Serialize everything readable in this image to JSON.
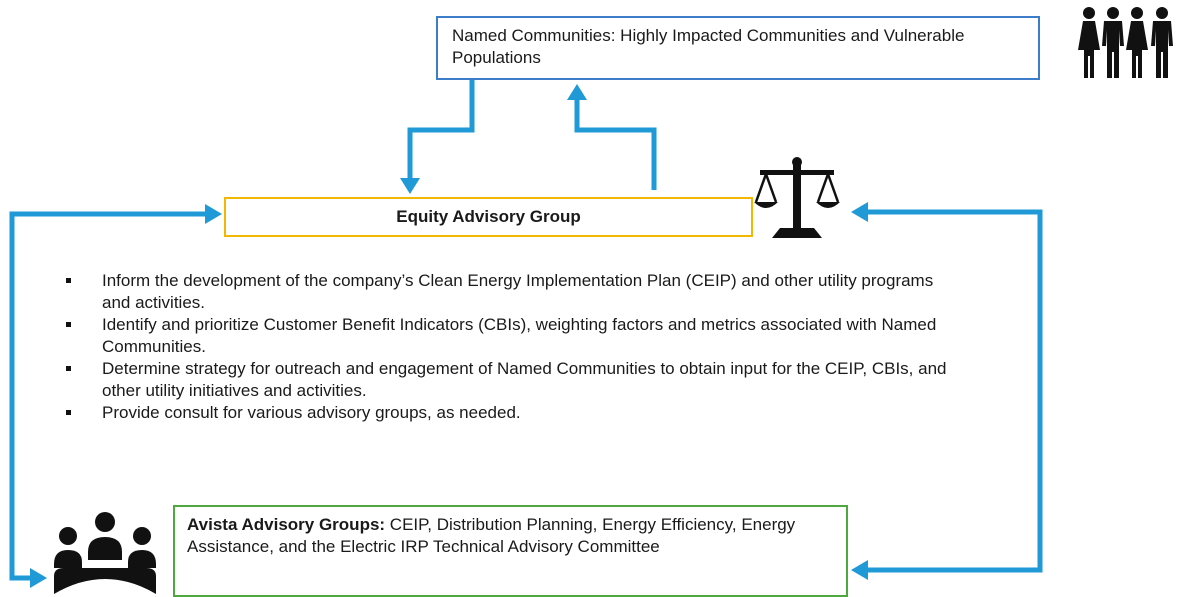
{
  "named_communities": {
    "text": "Named Communities: Highly Impacted Communities and Vulnerable Populations"
  },
  "equity_group": {
    "title": "Equity Advisory Group"
  },
  "responsibilities": [
    "Inform the development of the company’s Clean Energy Implementation Plan (CEIP) and other utility programs and activities.",
    "Identify and prioritize Customer Benefit Indicators (CBIs), weighting factors and metrics associated with Named Communities.",
    "Determine strategy for outreach and engagement of Named Communities to obtain input for the CEIP, CBIs, and other utility initiatives and activities.",
    "Provide consult for various advisory groups, as needed."
  ],
  "avista_groups": {
    "label": "Avista Advisory Groups:",
    "text": " CEIP, Distribution Planning, Energy Efficiency, Energy Assistance, and the Electric IRP Technical Advisory Committee"
  },
  "icons": {
    "people": "people-icon",
    "scale": "scale-icon",
    "group": "group-meeting-icon"
  },
  "colors": {
    "arrow": "#1f9ad6",
    "named_border": "#3d7cc9",
    "equity_border": "#f2b800",
    "avista_border": "#4fa83d"
  }
}
